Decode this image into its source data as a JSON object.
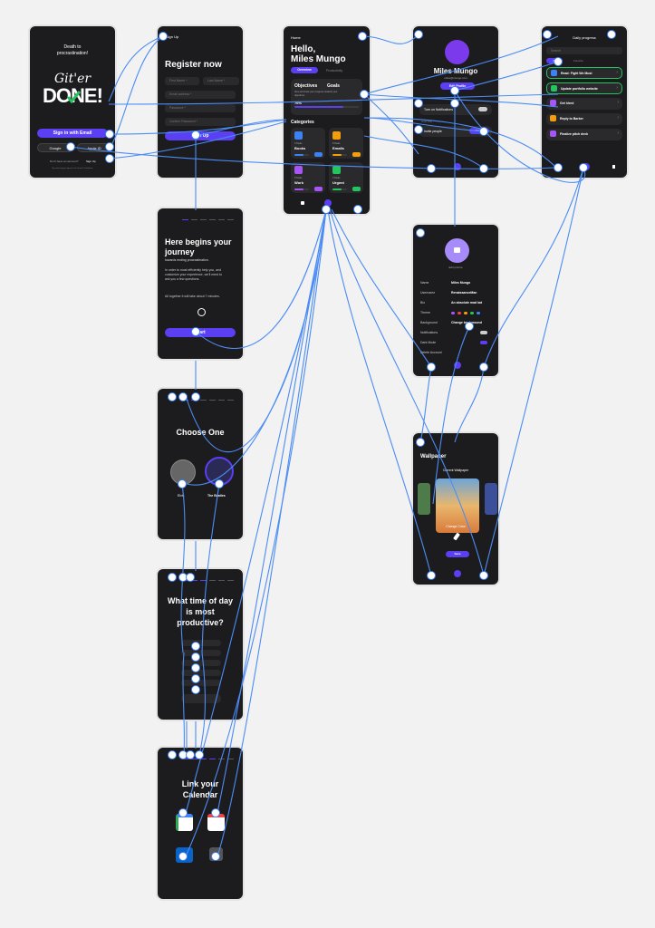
{
  "splash": {
    "tagline_1": "Death to",
    "tagline_2": "procrastination!",
    "logo_top": "Git'er",
    "logo_bottom": "DONE!",
    "email_button": "Sign in with Email",
    "google_button": "Google",
    "apple_button": "Apple ID",
    "no_account": "Don't have an account?",
    "signup_link": "Sign Up",
    "terms": "By continuing you agree to the Terms & Conditions"
  },
  "register": {
    "back": "Sign Up",
    "title": "Register now",
    "first_name": "First Name *",
    "last_name": "Last Name *",
    "email": "Email address *",
    "password": "Password *",
    "confirm": "Confirm Password *",
    "button": "Sign Up"
  },
  "journey": {
    "title_1": "Here begins your",
    "title_2": "journey",
    "subtitle": "towards ending procrastination.",
    "p1": "In order to most efficiently help you, and",
    "p2": "customize your experience, we'll need to",
    "p3": "ask you a few questions.",
    "p4": "All together it will take about 7 minutes.",
    "button": "Start"
  },
  "choose": {
    "title": "Choose One",
    "option_1": "Elvis",
    "option_2": "The Beatles"
  },
  "time_of_day": {
    "title_1": "What time of day",
    "title_2": "is most",
    "title_3": "productive?"
  },
  "calendar": {
    "title_1": "Link your",
    "title_2": "Calendar"
  },
  "home": {
    "header": "Home",
    "greeting_1": "Hello,",
    "greeting_2": "Miles Mungo",
    "tab_overview": "Overview",
    "tab_productivity": "Productivity",
    "objectives": "Objectives",
    "goals": "Goals",
    "objectives_desc": "View and track your progress towards your objectives.",
    "progress_label": "76%",
    "progress": 0.76,
    "categories_label": "Categories",
    "categories": [
      {
        "count": "3 Tasks",
        "name": "Books",
        "color": "#3b82f6"
      },
      {
        "count": "5 Tasks",
        "name": "Emails",
        "color": "#f59e0b"
      },
      {
        "count": "5 Tasks",
        "name": "Work",
        "color": "#a855f7"
      },
      {
        "count": "3 Tasks",
        "name": "Urgent",
        "color": "#22c55e"
      }
    ]
  },
  "profile": {
    "name": "Miles Mungo",
    "email": "miles@mungo.com",
    "edit_button": "Edit Profile",
    "notifications": "Turn on Notifications",
    "invite_label": "Invite Only",
    "invite": "Invite people",
    "invite_button": "Invite"
  },
  "edit_profile": {
    "photo_label": "Edit picture",
    "rows": [
      {
        "label": "Name",
        "value": "Miles Mungo"
      },
      {
        "label": "Username",
        "value": "RenaissanceMan"
      },
      {
        "label": "Bio",
        "value": "An absolute mad lad"
      },
      {
        "label": "Theme",
        "value": ""
      },
      {
        "label": "Background",
        "value": "Change background"
      },
      {
        "label": "Notifications",
        "value": ""
      },
      {
        "label": "Dark Mode",
        "value": ""
      },
      {
        "label": "Delete Account",
        "value": ""
      }
    ],
    "theme_colors": [
      "#a855f7",
      "#ef4444",
      "#f59e0b",
      "#22c55e",
      "#3b82f6"
    ]
  },
  "wallpaper": {
    "title": "Wallpaper",
    "current": "Current Wallpaper",
    "change_color": "Change Color",
    "button": "Save"
  },
  "daily": {
    "title": "Daily progress",
    "search": "Search",
    "tab_all": "All",
    "tab_favorite": "Favorite",
    "tasks": [
      {
        "name": "Read: Fight We Must",
        "color": "#3b82f6"
      },
      {
        "name": "Update portfolio website",
        "color": "#22c55e"
      },
      {
        "name": "Get hired",
        "color": "#a855f7"
      },
      {
        "name": "Reply to Barker",
        "color": "#f59e0b"
      },
      {
        "name": "Finalize pitch deck",
        "color": "#a855f7"
      }
    ]
  }
}
